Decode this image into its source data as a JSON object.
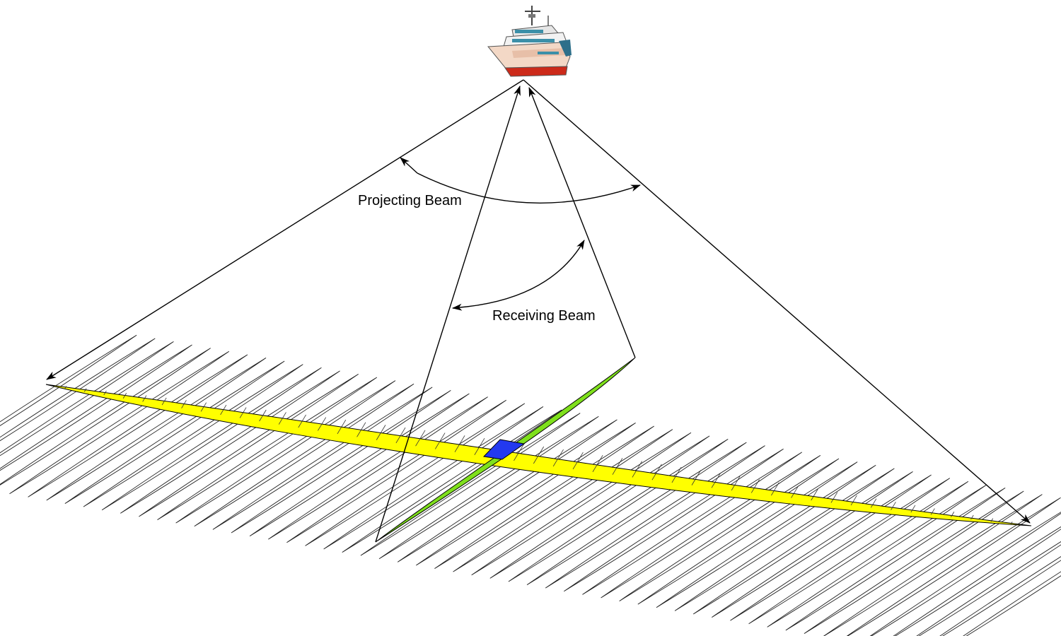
{
  "labels": {
    "projecting_beam": "Projecting Beam",
    "receiving_beam": "Receiving Beam"
  },
  "colors": {
    "projecting_footprint": "#ffff00",
    "receiving_footprint": "#7fe01c",
    "intersection_cell": "#2339f0",
    "beam_lines": "#000000",
    "ship_hull_top": "#f3d8c6",
    "ship_hull_bottom": "#cc2a1a",
    "ship_superstructure": "#f0f0f0",
    "ship_windows": "#3b8fa8"
  },
  "icons": {
    "ship": "survey-ship-icon"
  },
  "diagram": {
    "type": "multibeam-sonar-swath",
    "swath_ellipse_count": 56
  }
}
